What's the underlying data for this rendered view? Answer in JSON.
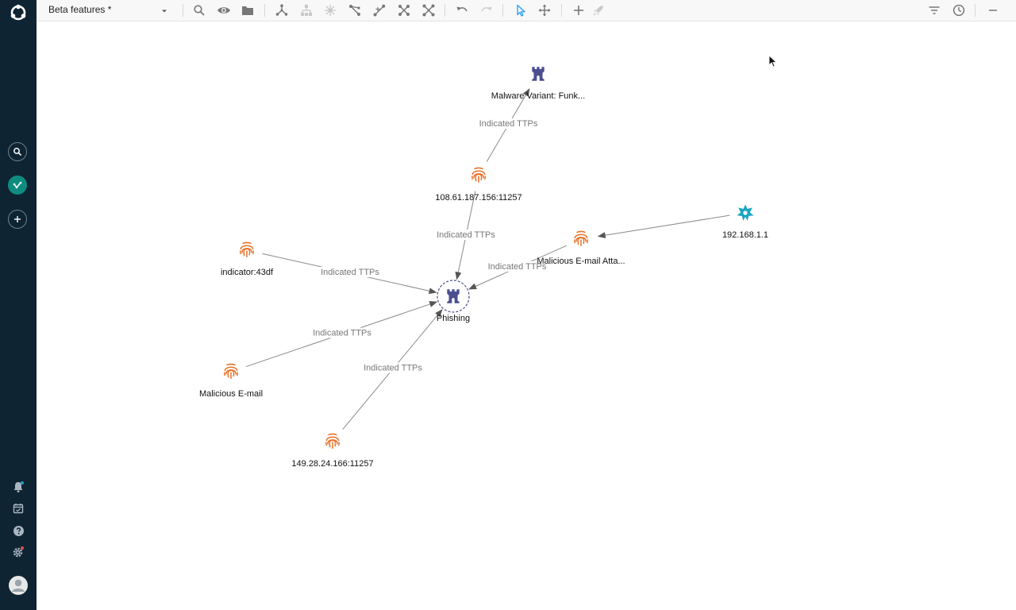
{
  "toolbar": {
    "workspace_title": "Beta features *"
  },
  "sidebar": {
    "items": [
      {
        "name": "search-icon"
      },
      {
        "name": "graph-investigation-icon",
        "active": true
      },
      {
        "name": "add-icon"
      }
    ],
    "bottom_items": [
      {
        "name": "notification-bell-icon"
      },
      {
        "name": "calendar-icon"
      },
      {
        "name": "help-icon"
      },
      {
        "name": "settings-icon"
      },
      {
        "name": "user-avatar-icon"
      }
    ]
  },
  "colors": {
    "sidebar_bg": "#0e2433",
    "active_accent": "#0f8c80",
    "indicator": "#e8732b",
    "attack_pattern": "#4b4e8f",
    "observable": "#1aa4c2",
    "select_tool": "#2ea3f2"
  },
  "graph": {
    "nodes": [
      {
        "id": "malware",
        "label": "Malware Variant: Funk...",
        "type": "attack-pattern"
      },
      {
        "id": "ip1",
        "label": "108.61.187.156:11257",
        "type": "indicator"
      },
      {
        "id": "mal_att",
        "label": "Malicious E-mail Atta...",
        "type": "indicator"
      },
      {
        "id": "obs",
        "label": "192.168.1.1",
        "type": "observable"
      },
      {
        "id": "ind43",
        "label": "indicator:43df",
        "type": "indicator"
      },
      {
        "id": "phish",
        "label": "Phishing",
        "type": "attack-pattern",
        "selected": true
      },
      {
        "id": "malmail",
        "label": "Malicious E-mail",
        "type": "indicator"
      },
      {
        "id": "ip2",
        "label": "149.28.24.166:11257",
        "type": "indicator"
      }
    ],
    "edges": [
      {
        "from": "ip1",
        "to": "malware",
        "label": "Indicated TTPs"
      },
      {
        "from": "ip1",
        "to": "phish",
        "label": "Indicated TTPs"
      },
      {
        "from": "ind43",
        "to": "phish",
        "label": "Indicated TTPs"
      },
      {
        "from": "mal_att",
        "to": "phish",
        "label": "Indicated TTPs"
      },
      {
        "from": "malmail",
        "to": "phish",
        "label": "Indicated TTPs"
      },
      {
        "from": "ip2",
        "to": "phish",
        "label": "Indicated TTPs"
      },
      {
        "from": "obs",
        "to": "mal_att",
        "label": ""
      }
    ]
  }
}
